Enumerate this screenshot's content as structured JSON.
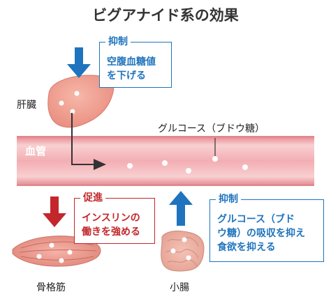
{
  "title": "ビグアナイド系の効果",
  "organs": {
    "liver": "肝臓",
    "blood_vessel": "血管",
    "muscle": "骨格筋",
    "intestine": "小腸"
  },
  "glucose_label": "グルコース（ブドウ糖）",
  "effects": {
    "liver": {
      "tag": "抑制",
      "text": "空腹血糖値\nを下げる",
      "color": "#1f74bd"
    },
    "muscle": {
      "tag": "促進",
      "text": "インスリンの\n働きを強める",
      "color": "#c3272b"
    },
    "intestine": {
      "tag": "抑制",
      "text": "グルコース（ブド\nウ糖）の吸収を抑え\n食欲を抑える",
      "color": "#1f74bd"
    }
  }
}
